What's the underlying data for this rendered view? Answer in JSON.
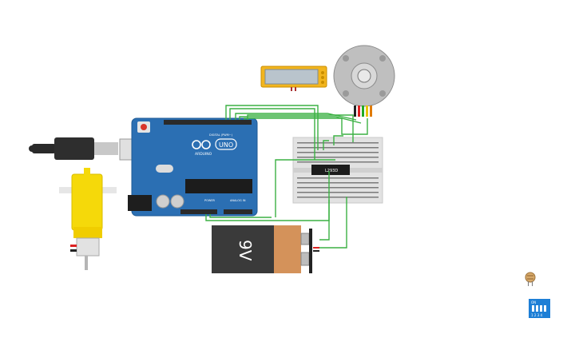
{
  "arduino": {
    "brand": "ARDUINO",
    "model": "UNO",
    "digital_label": "DIGITAL (PWM~)",
    "power_label": "POWER",
    "analog_label": "ANALOG IN"
  },
  "driver_chip": {
    "label": "L293D"
  },
  "battery": {
    "label": "9V"
  },
  "dip_switch": {
    "on_label": "ON",
    "numbers": "1 2 3 4"
  },
  "colors": {
    "board": "#2b6fb3",
    "wire": "#3bb143",
    "battery_body": "#3a3a3a",
    "battery_cap": "#d4925a",
    "lcd_frame": "#f2b51e",
    "motor_body": "#f5d90a",
    "dip_blue": "#1e7fd6"
  }
}
